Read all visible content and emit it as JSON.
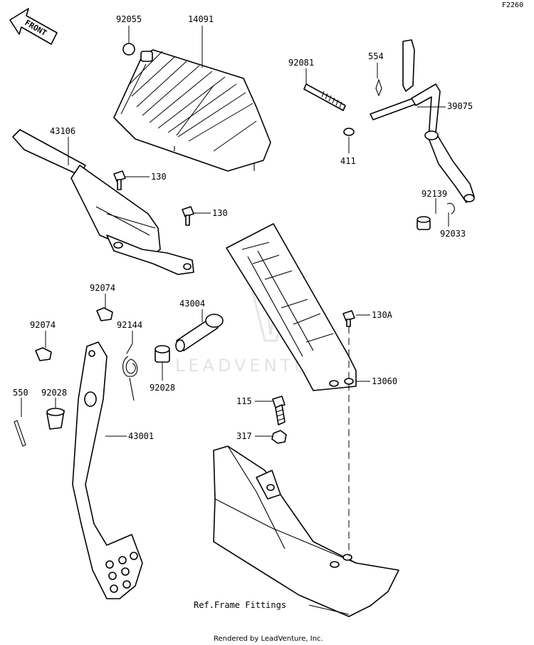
{
  "sheet_code": "F2260",
  "front_label": "FRONT",
  "watermark": "LEADVENTURE",
  "footer": "Rendered by LeadVenture, Inc.",
  "ref_label": "Ref.Frame Fittings",
  "callouts": {
    "c92055": "92055",
    "c14091": "14091",
    "c92081": "92081",
    "c554": "554",
    "c39075": "39075",
    "c411": "411",
    "c43106": "43106",
    "c130a": "130",
    "c130b": "130",
    "c92139": "92139",
    "c92033": "92033",
    "c92074a": "92074",
    "c92074b": "92074",
    "c43004": "43004",
    "c92144": "92144",
    "c130A": "130A",
    "c13060": "13060",
    "c92028a": "92028",
    "c550": "550",
    "c92028b": "92028",
    "c115": "115",
    "c43001": "43001",
    "c317": "317"
  }
}
